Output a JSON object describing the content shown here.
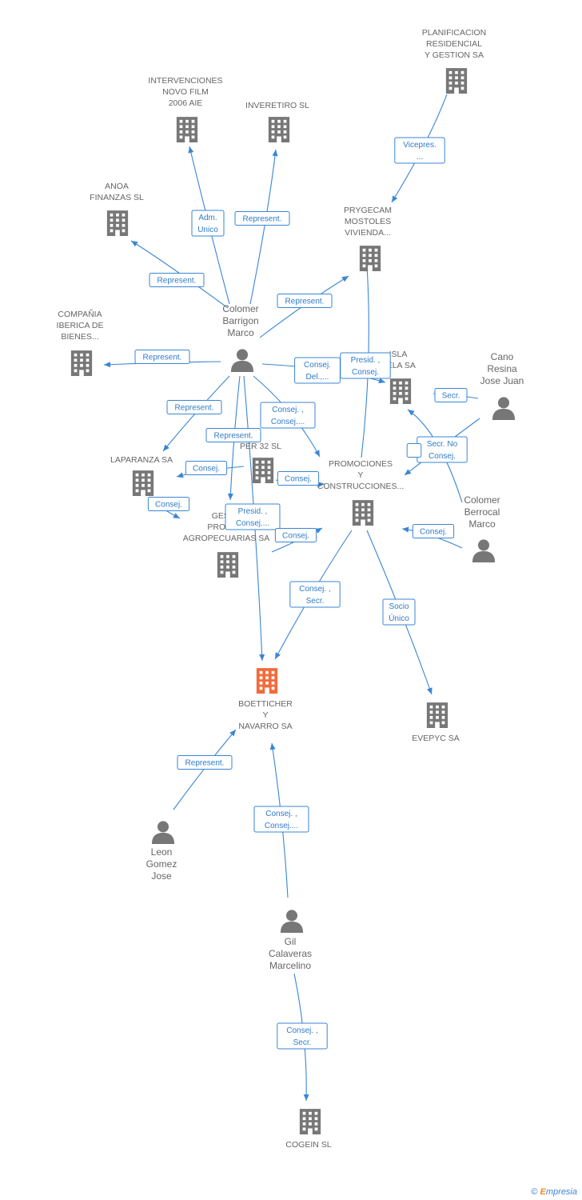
{
  "colors": {
    "edge": "#3a86d4",
    "node": "#777777",
    "highlight": "#f26b3a",
    "label": "#666666"
  },
  "nodes": [
    {
      "id": "planificacion",
      "kind": "company",
      "icon": "building-icon",
      "lines": [
        "PLANIFICACION",
        "RESIDENCIAL",
        "Y GESTION SA"
      ]
    },
    {
      "id": "intervenciones",
      "kind": "company",
      "icon": "building-icon",
      "lines": [
        "INTERVENCIONES",
        "NOVO FILM",
        "2006 AIE"
      ]
    },
    {
      "id": "inveretiro",
      "kind": "company",
      "icon": "building-icon",
      "lines": [
        "INVERETIRO SL"
      ]
    },
    {
      "id": "anoa",
      "kind": "company",
      "icon": "building-icon",
      "lines": [
        "ANOA",
        "FINANZAS SL"
      ]
    },
    {
      "id": "prygecam",
      "kind": "company",
      "icon": "building-icon",
      "lines": [
        "PRYGECAM",
        "MOSTOLES",
        "VIVIENDA..."
      ]
    },
    {
      "id": "compania",
      "kind": "company",
      "icon": "building-icon",
      "lines": [
        "COMPAÑIA",
        "IBERICA DE",
        "BIENES..."
      ]
    },
    {
      "id": "colomer_barrigon",
      "kind": "person",
      "icon": "person-icon",
      "lines": [
        "Colomer",
        "Barrigon",
        "Marco"
      ]
    },
    {
      "id": "isla",
      "kind": "company",
      "icon": "building-icon",
      "lines": [
        "ISLA",
        "NELA SA"
      ]
    },
    {
      "id": "cano",
      "kind": "person",
      "icon": "person-icon",
      "lines": [
        "Cano",
        "Resina",
        "Jose Juan"
      ]
    },
    {
      "id": "laparanza",
      "kind": "company",
      "icon": "building-icon",
      "lines": [
        "LAPARANZA SA"
      ]
    },
    {
      "id": "per32",
      "kind": "company",
      "icon": "building-icon",
      "lines": [
        "PER 32 SL"
      ]
    },
    {
      "id": "promociones",
      "kind": "company",
      "icon": "building-icon",
      "lines": [
        "PROMOCIONES",
        "Y",
        "CONSTRUCCIONES..."
      ]
    },
    {
      "id": "gestora",
      "kind": "company",
      "icon": "building-icon",
      "lines": [
        "GESTO",
        "PROMOC",
        "AGROPECUARIAS SA"
      ]
    },
    {
      "id": "colomer_berrocal",
      "kind": "person",
      "icon": "person-icon",
      "lines": [
        "Colomer",
        "Berrocal",
        "Marco"
      ]
    },
    {
      "id": "boetticher",
      "kind": "company",
      "icon": "building-icon",
      "highlight": true,
      "lines": [
        "BOETTICHER",
        "Y",
        "NAVARRO SA"
      ]
    },
    {
      "id": "evepyc",
      "kind": "company",
      "icon": "building-icon",
      "lines": [
        "EVEPYC SA"
      ]
    },
    {
      "id": "leon",
      "kind": "person",
      "icon": "person-icon",
      "lines": [
        "Leon",
        "Gomez",
        "Jose"
      ]
    },
    {
      "id": "gil",
      "kind": "person",
      "icon": "person-icon",
      "lines": [
        "Gil",
        "Calaveras",
        "Marcelino"
      ]
    },
    {
      "id": "cogein",
      "kind": "company",
      "icon": "building-icon",
      "lines": [
        "COGEIN SL"
      ]
    }
  ],
  "edges": [
    {
      "from": "planificacion",
      "to": "prygecam",
      "label": [
        "Vicepres.",
        "..."
      ]
    },
    {
      "from": "colomer_barrigon",
      "to": "intervenciones",
      "label": [
        "Adm.",
        "Unico"
      ]
    },
    {
      "from": "colomer_barrigon",
      "to": "inveretiro",
      "label": [
        "Represent."
      ]
    },
    {
      "from": "colomer_barrigon",
      "to": "anoa",
      "label": [
        "Represent."
      ]
    },
    {
      "from": "colomer_barrigon",
      "to": "prygecam",
      "label": [
        "Represent."
      ]
    },
    {
      "from": "colomer_barrigon",
      "to": "compania",
      "label": [
        "Represent."
      ]
    },
    {
      "from": "colomer_barrigon",
      "to": "isla",
      "label": [
        "Consej.",
        "Del.,..."
      ]
    },
    {
      "from": "colomer_barrigon",
      "to": "laparanza",
      "label": [
        "Represent."
      ]
    },
    {
      "from": "colomer_barrigon",
      "to": "promociones",
      "label": [
        "Consej. ,",
        "Consej...."
      ]
    },
    {
      "from": "colomer_barrigon",
      "to": "gestora",
      "label": [
        "Represent."
      ]
    },
    {
      "from": "colomer_barrigon",
      "to": "boetticher",
      "label": [
        "Presid. ,",
        "Consej...."
      ]
    },
    {
      "from": "promociones",
      "to": "prygecam",
      "label": [
        "Presid. ,",
        "Consej."
      ]
    },
    {
      "from": "cano",
      "to": "isla",
      "label": [
        "Secr."
      ]
    },
    {
      "from": "cano",
      "to": "promociones",
      "label": [
        "Secr.  No",
        "Consej."
      ]
    },
    {
      "from": "colomer_berrocal",
      "to": "isla",
      "label": [
        ""
      ]
    },
    {
      "from": "colomer_berrocal",
      "to": "promociones",
      "label": [
        "Consej."
      ]
    },
    {
      "from": "per32",
      "to": "laparanza",
      "label": [
        "Consej."
      ]
    },
    {
      "from": "per32",
      "to": "promociones",
      "label": [
        "Consej."
      ]
    },
    {
      "from": "laparanza",
      "to": "gestora",
      "label": [
        "Consej."
      ]
    },
    {
      "from": "gestora",
      "to": "promociones",
      "label": [
        "Consej."
      ]
    },
    {
      "from": "promociones",
      "to": "boetticher",
      "label": [
        "Consej. ,",
        "Secr."
      ]
    },
    {
      "from": "promociones",
      "to": "evepyc",
      "label": [
        "Socio",
        "Único"
      ]
    },
    {
      "from": "leon",
      "to": "boetticher",
      "label": [
        "Represent."
      ]
    },
    {
      "from": "gil",
      "to": "boetticher",
      "label": [
        "Consej. ,",
        "Consej...."
      ]
    },
    {
      "from": "gil",
      "to": "cogein",
      "label": [
        "Consej. ,",
        "Secr."
      ]
    }
  ],
  "footer": {
    "copyright": "©",
    "brand_e": "E",
    "brand_rest": "mpresia"
  }
}
